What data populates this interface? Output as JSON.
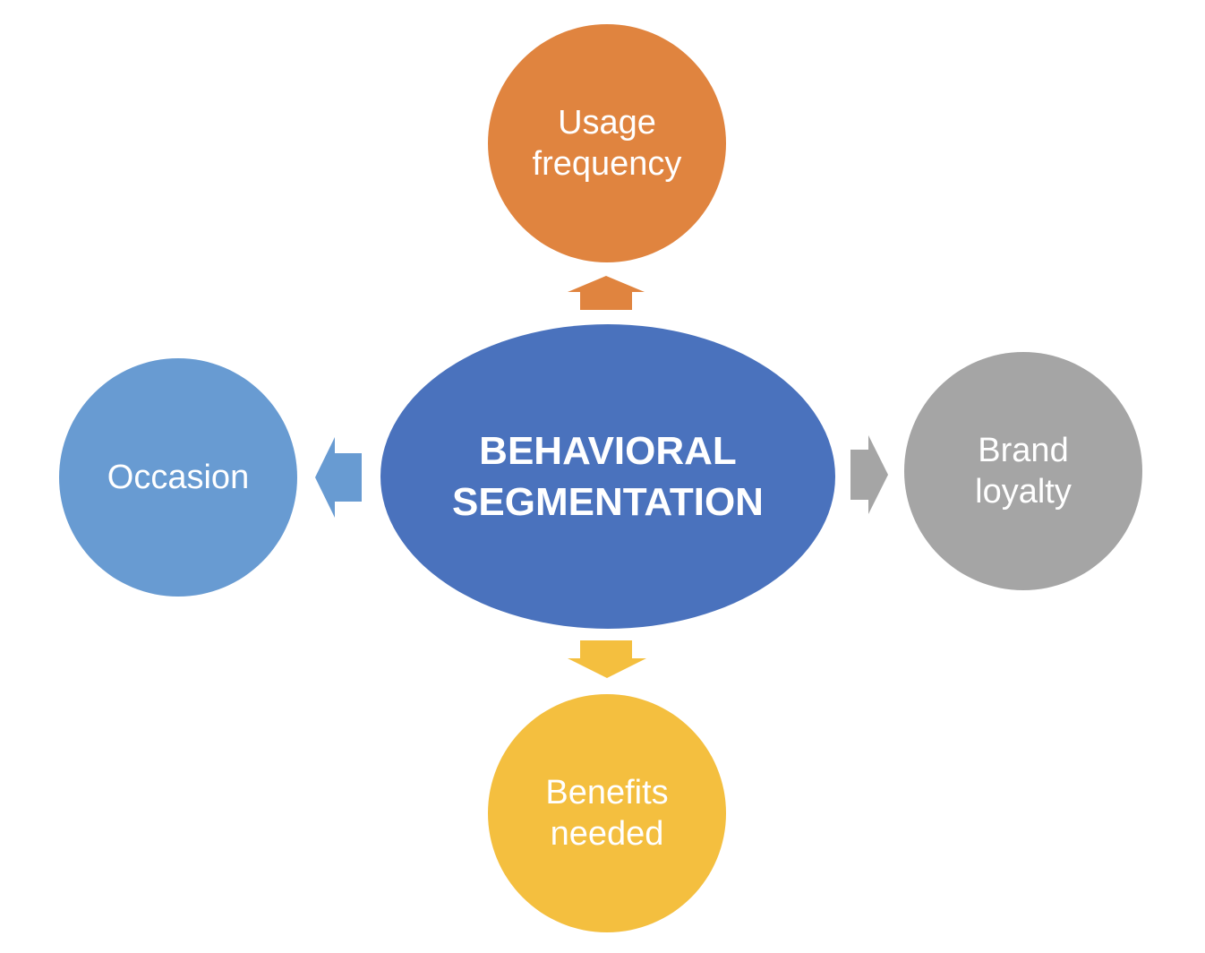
{
  "center": {
    "lines": [
      "BEHAVIORAL",
      "SEGMENTATION"
    ],
    "color": "#4A72BD"
  },
  "nodes": {
    "top": {
      "lines": [
        "Usage",
        "frequency"
      ],
      "color": "#E0843F"
    },
    "bottom": {
      "lines": [
        "Benefits",
        "needed"
      ],
      "color": "#F4BF3F"
    },
    "left": {
      "lines": [
        "Occasion"
      ],
      "color": "#689BD2"
    },
    "right": {
      "lines": [
        "Brand",
        "loyalty"
      ],
      "color": "#A5A5A5"
    }
  },
  "arrows": {
    "up": {
      "color": "#E0843F"
    },
    "down": {
      "color": "#F4BF3F"
    },
    "left": {
      "color": "#689BD2"
    },
    "right": {
      "color": "#A5A5A5"
    }
  }
}
